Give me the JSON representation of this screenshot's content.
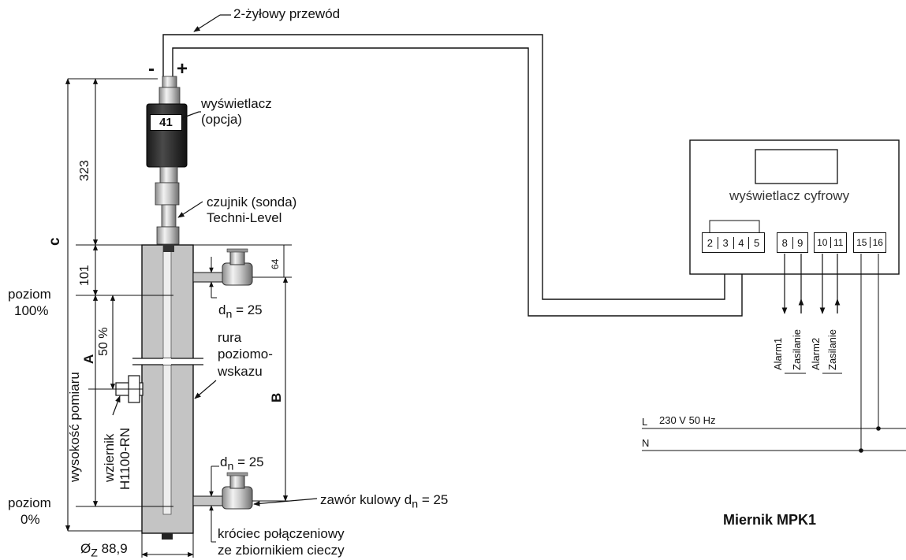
{
  "labels": {
    "cable": "2-żyłowy przewód",
    "minus": "-",
    "plus": "+",
    "display_value": "41",
    "display_line1": "wyświetlacz",
    "display_line2": "(opcja)",
    "sensor_line1": "czujnik (sonda)",
    "sensor_line2": "Techni-Level",
    "dim_c": "c",
    "dim_323": "323",
    "dim_101": "101",
    "dim_64": "64",
    "level100_line1": "poziom",
    "level100_line2": "100%",
    "level0_line1": "poziom",
    "level0_line2": "0%",
    "measure_height": "wysokość pomiaru",
    "dim_a": "A",
    "dim_50": "50 %",
    "dim_b": "B",
    "dn_top_prefix": "d",
    "dn_top_sub": "n",
    "dn_top_value": "= 25",
    "dn_bottom_prefix": "d",
    "dn_bottom_sub": "n",
    "dn_bottom_value": "= 25",
    "pipe_line1": "rura",
    "pipe_line2": "poziomo-",
    "pipe_line3": "wskazu",
    "sight_line1": "wziernik",
    "sight_line2": "H1100-RN",
    "valve_prefix": "zawór kulowy d",
    "valve_sub": "n",
    "valve_value": "= 25",
    "conn_line1": "króciec połączeniowy",
    "conn_line2": "ze zbiornikiem cieczy",
    "dia_prefix": "Ø",
    "dia_sub": "Z",
    "dia_value": "88,9",
    "meter_display": "wyświetlacz cyfrowy",
    "terminals": [
      "2",
      "3",
      "4",
      "5",
      "8",
      "9",
      "10",
      "11",
      "15",
      "16"
    ],
    "alarm1": "Alarm1",
    "zasilanie1": "Zasilanie",
    "alarm2": "Alarm2",
    "zasilanie2": "Zasilanie",
    "line_l": "L",
    "supply": "230 V  50 Hz",
    "line_n": "N",
    "meter_title": "Miernik MPK1"
  }
}
